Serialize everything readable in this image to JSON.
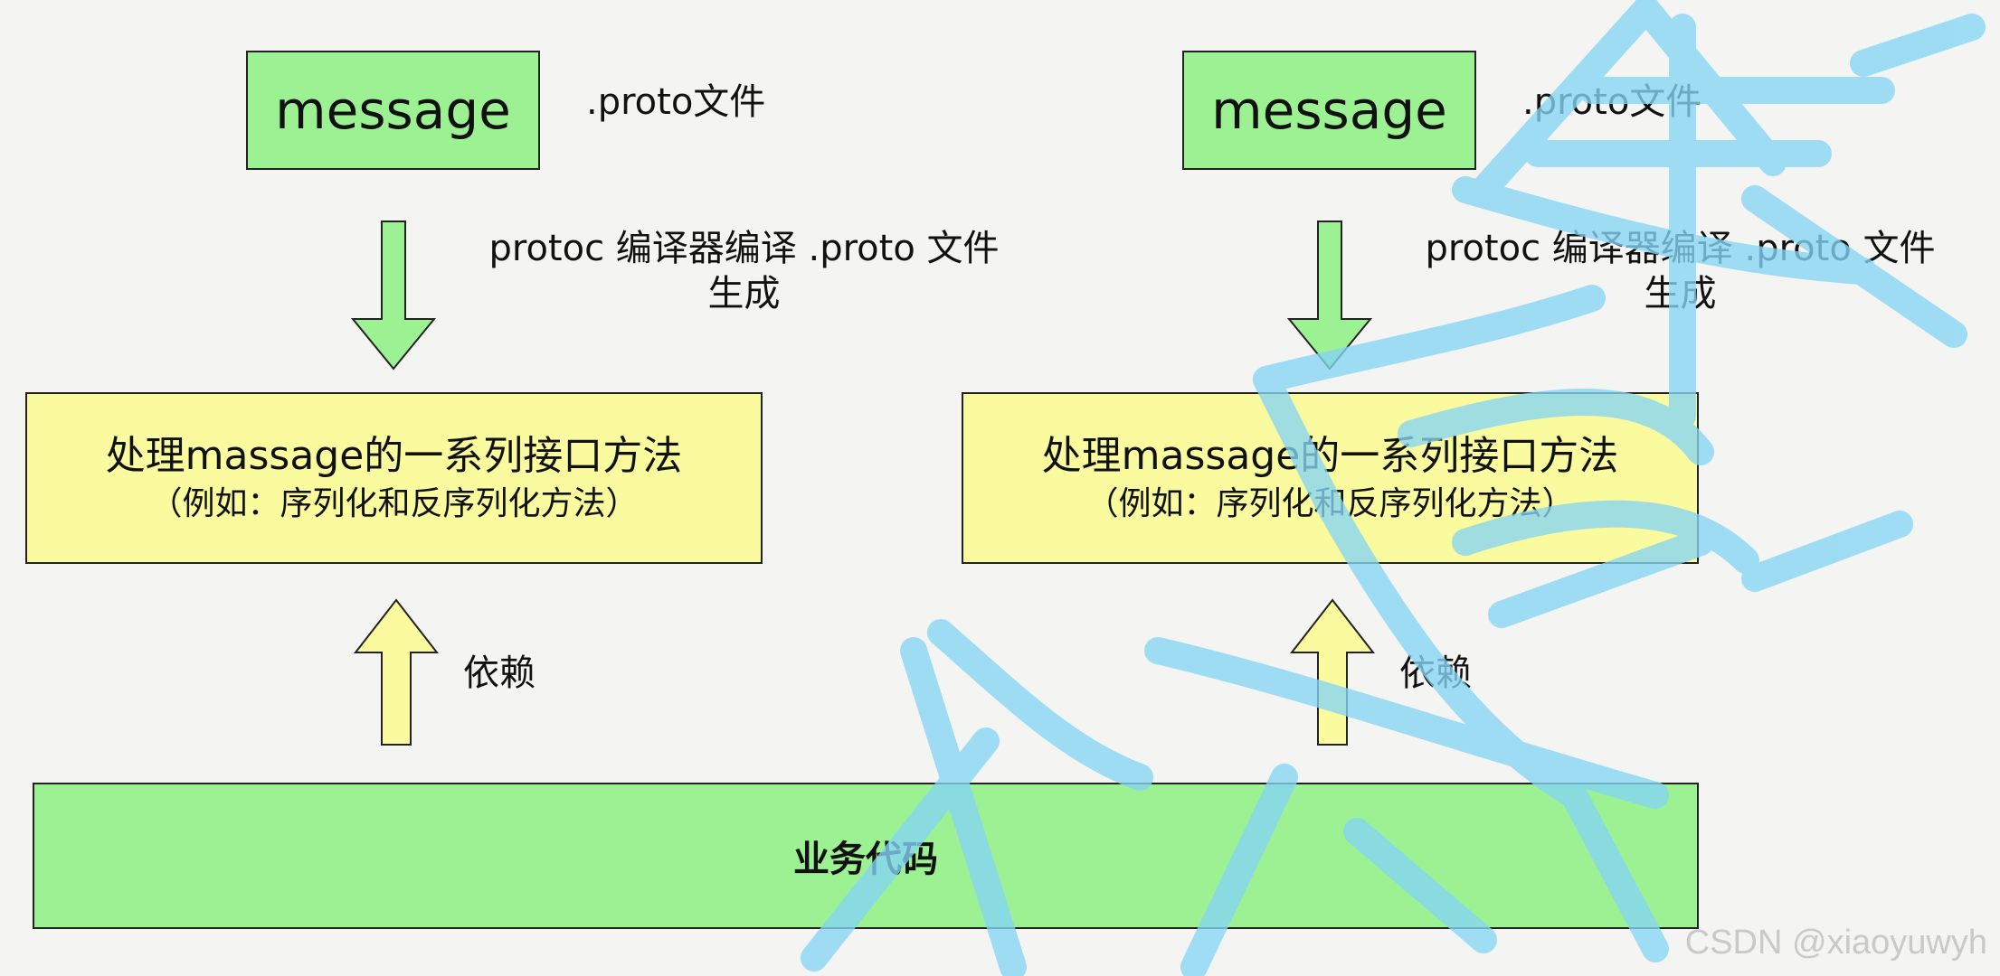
{
  "columns": [
    {
      "message_label": "message",
      "proto_file_label": ".proto文件",
      "compile_label_line1": "protoc 编译器编译 .proto 文件",
      "compile_label_line2": "生成",
      "iface_title": "处理massage的一系列接口方法",
      "iface_subtitle": "（例如：序列化和反序列化方法）",
      "depends_label": "依赖"
    },
    {
      "message_label": "message",
      "proto_file_label": ".proto文件",
      "compile_label_line1": "protoc 编译器编译 .proto 文件",
      "compile_label_line2": "生成",
      "iface_title": "处理massage的一系列接口方法",
      "iface_subtitle": "（例如：序列化和反序列化方法）",
      "depends_label": "依赖"
    }
  ],
  "business_code_label": "业务代码",
  "footer_watermark": "CSDN @xiaoyuwyh",
  "colors": {
    "green_fill": "#9cf193",
    "yellow_fill": "#fafa9e",
    "watermark_blue": "#86d6f5"
  }
}
